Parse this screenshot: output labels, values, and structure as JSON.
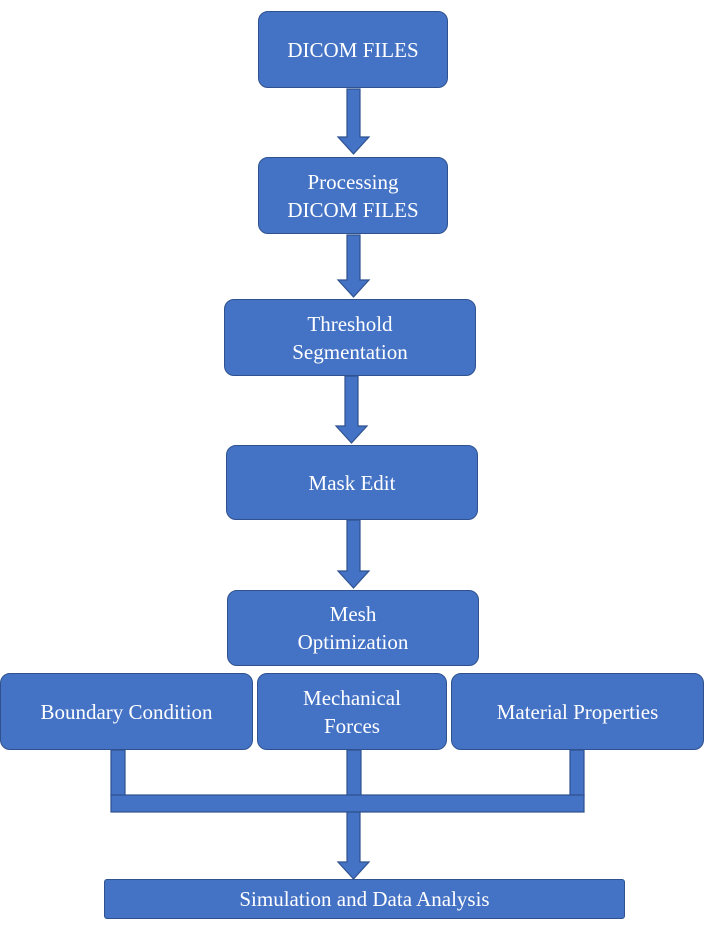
{
  "colors": {
    "box_fill": "#4472C4",
    "box_border": "#2F528F",
    "box_text": "#FFFFFF",
    "background": "#FFFFFF"
  },
  "steps": {
    "dicom_files": "DICOM FILES",
    "processing": "Processing\nDICOM FILES",
    "threshold": "Threshold\nSegmentation",
    "mask_edit": "Mask Edit",
    "mesh_optimization": "Mesh\nOptimization",
    "boundary_condition": "Boundary Condition",
    "mechanical_forces": "Mechanical\nForces",
    "material_properties": "Material Properties",
    "simulation": "Simulation and Data Analysis"
  }
}
